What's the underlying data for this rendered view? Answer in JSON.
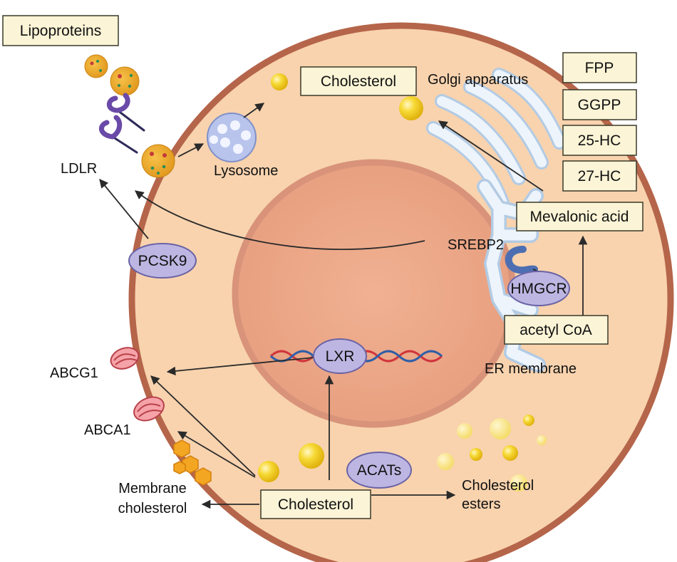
{
  "boxes": {
    "lipoproteins": "Lipoproteins",
    "cholesterol_top": "Cholesterol",
    "fpp": "FPP",
    "ggpp": "GGPP",
    "hc25": "25-HC",
    "hc27": "27-HC",
    "mevalonic_acid": "Mevalonic acid",
    "acetyl_coa": "acetyl CoA",
    "cholesterol_bottom": "Cholesterol"
  },
  "ovals": {
    "pcsk9": "PCSK9",
    "hmgcr": "HMGCR",
    "lxr": "LXR",
    "acats": "ACATs"
  },
  "labels": {
    "ldlr": "LDLR",
    "lysosome": "Lysosome",
    "golgi": "Golgi apparatus",
    "srebp2": "SREBP2",
    "er_membrane": "ER membrane",
    "abcg1": "ABCG1",
    "abca1": "ABCA1",
    "membrane_chol_1": "Membrane",
    "membrane_chol_2": "cholesterol",
    "chol_esters_1": "Cholesterol",
    "chol_esters_2": "esters"
  },
  "colors": {
    "cytoplasm": "#f8d3ae",
    "cell_border": "#b5654a",
    "nucleus": "#eda988",
    "nucleus_border": "#d8937a",
    "box_fill": "#fbf4d6",
    "oval_fill": "#bdb6e2",
    "oval_border": "#6a63a5",
    "droplet": "#f6d02e",
    "er": "#edf4fb",
    "er_stroke": "#b3cbe4"
  }
}
